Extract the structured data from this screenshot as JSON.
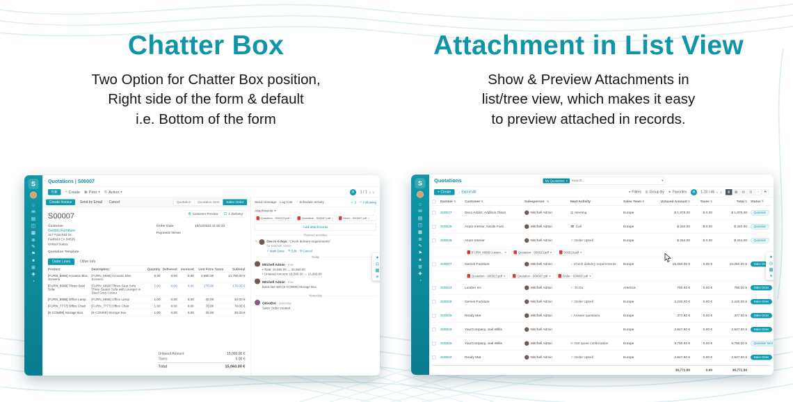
{
  "hero": {
    "left": {
      "title": "Chatter Box",
      "lines": [
        "Two Option for Chatter Box position,",
        "Right side of the form & default",
        "i.e. Bottom of the form"
      ]
    },
    "right": {
      "title": "Attachment in List View",
      "lines": [
        "Show & Preview Attachments in",
        "list/tree view, which makes it easy",
        "to preview attached in records."
      ]
    }
  },
  "colors": {
    "accent": "#1095a8",
    "sidebar": "#0e97a9",
    "badge_filled": "#0f9aad",
    "pdf_red": "#d23b3b"
  },
  "icons": {
    "plus": "+",
    "caret": "▾",
    "print": "▣",
    "gear": "⚙",
    "chevron_left": "‹",
    "chevron_right": "›",
    "sort": "⇅",
    "close": "×",
    "dots": "⋮",
    "download": "↓",
    "filters": "▾",
    "group_by": "≣",
    "favorites": "★",
    "list_view": "≣",
    "kanban_view": "▦",
    "calendar_view": "▤",
    "pivot_view": "⊞",
    "graph_view": "◔",
    "activity_view": "⚑",
    "star": "✦",
    "search": "◎",
    "grid": "▦",
    "menu": "≡",
    "clock": "◔",
    "check": "✓",
    "edit": "✎",
    "cancel": "⊘",
    "person": "☺",
    "following": "✓"
  },
  "sidebar": {
    "logo": "S",
    "icons": [
      "⌂",
      "✉",
      "▤",
      "◫",
      "▦",
      "≣",
      "✎",
      "⚑",
      "★",
      "⊞",
      "✚",
      "◔"
    ]
  },
  "form_app": {
    "breadcrumb": "Quotations | S00007",
    "toolbar": {
      "edit": "Edit",
      "create": "Create",
      "print": "Print",
      "action": "Action",
      "pager": "1 / 1"
    },
    "action_bar": {
      "create_invoice": "Create Invoice",
      "send_by_email": "Send by Email",
      "cancel": "Cancel"
    },
    "statusbar": [
      {
        "label": "Quotation",
        "state": ""
      },
      {
        "label": "Quotation Sent",
        "state": ""
      },
      {
        "label": "Sales Order",
        "state": "active"
      }
    ],
    "smart_buttons": [
      {
        "icon": "◍",
        "count": "",
        "label": "Customer Preview"
      },
      {
        "icon": "⊡",
        "count": "2",
        "label": "Delivery"
      }
    ],
    "record": {
      "name": "S00007",
      "customer_label": "Customer",
      "customer": "Gemini Furniture",
      "address": [
        "317 Fairchild Dr",
        "Fairfield CA 94535",
        "United States"
      ],
      "order_date_label": "Order Date",
      "order_date": "10/12/2022 11:50:23",
      "payment_terms_label": "Payment Terms",
      "quotation_template_label": "Quotation Template"
    },
    "tabs": [
      {
        "label": "Order Lines",
        "state": "active"
      },
      {
        "label": "Other Info",
        "state": ""
      }
    ],
    "order_lines": {
      "headers": [
        "Product",
        "Description",
        "Quantity",
        "Delivered",
        "Invoiced",
        "Unit Price",
        "Taxes",
        "Subtotal"
      ],
      "rows": [
        {
          "product": "[FURN_6666] Acoustic Bloc Screens",
          "description": "[FURN_6666] Acoustic Bloc Screens",
          "qty": "5.00",
          "delivered": "0.00",
          "invoiced": "0.00",
          "price": "2,950.00",
          "taxes": "",
          "subtotal": "14,750.00 €",
          "state": ""
        },
        {
          "product": "[FURN_8999] Three-Seat Sofa",
          "description": "[FURN_8999] Three-Seat Sofa Three Seater Sofa with Lounger in Steel Grey Colour",
          "qty": "1.00",
          "delivered": "0.00",
          "invoiced": "0.00",
          "price": "170.00",
          "taxes": "",
          "subtotal": "170.00 €",
          "state": "edited"
        },
        {
          "product": "[FURN_8888] Office Lamp",
          "description": "[FURN_8888] Office Lamp",
          "qty": "1.00",
          "delivered": "0.00",
          "invoiced": "0.00",
          "price": "40.00",
          "taxes": "",
          "subtotal": "40.00 €",
          "state": ""
        },
        {
          "product": "[FURN_7777] Office Chair",
          "description": "[FURN_7777] Office Chair",
          "qty": "1.00",
          "delivered": "0.00",
          "invoiced": "0.00",
          "price": "70.00",
          "taxes": "",
          "subtotal": "70.00 €",
          "state": ""
        },
        {
          "product": "[E-COM08] Storage Box",
          "description": "[E-COM08] Storage Box",
          "qty": "1.00",
          "delivered": "0.00",
          "invoiced": "0.00",
          "price": "30.00",
          "taxes": "",
          "subtotal": "30.00 €",
          "state": ""
        }
      ]
    },
    "totals": {
      "untaxed_label": "Untaxed Amount",
      "untaxed": "15,060.00 €",
      "taxes_label": "Taxes",
      "taxes": "0.00 €",
      "total_label": "Total",
      "total": "15,060.00 €"
    },
    "chatter": {
      "send_message": "Send message",
      "log_note": "Log note",
      "schedule_activity": "Schedule activity",
      "followers_count": "2",
      "following_label": "Following",
      "attachments_label": "Attachments",
      "attachments": [
        {
          "name": "Quotation - S00023.pdf"
        },
        {
          "name": "Quotation - S00007.pdf"
        },
        {
          "name": "Order - S00007.pdf"
        }
      ],
      "add_attachments_label": "Add attachments",
      "planned_label": "Planned activities",
      "activity": {
        "due": "Due in 4 days:",
        "summary": "“Check delivery requirements”",
        "assignee": "for Mitchell Admin",
        "mark_done": "Mark Done",
        "edit": "Edit",
        "cancel": "Cancel"
      },
      "today_label": "Today",
      "messages_today": [
        {
          "author": "Mitchell Admin",
          "time": "- now",
          "line1": "• Total: 16,560.00 → 15,060.00",
          "line2": "• Untaxed Amount: 16,560.00 → 15,060.00",
          "avatar": "av-m"
        },
        {
          "author": "Mitchell Admin",
          "time": "- now",
          "line1": "Extra line with [E-COM08] Storage Box",
          "line2": "",
          "avatar": "av-m"
        }
      ],
      "yesterday_label": "Yesterday",
      "messages_yesterday": [
        {
          "author": "OdooBot",
          "time": "- yesterday",
          "line1": "Sales Order created.",
          "line2": "",
          "avatar": "av-o"
        }
      ]
    }
  },
  "list_app": {
    "topbar": {
      "title": "Quotations",
      "facet": "My Quotations",
      "search_placeholder": "Search..."
    },
    "controls": {
      "create": "Create",
      "export_all": "Export All",
      "filters": "Filters",
      "group_by": "Group By",
      "favorites": "Favorites",
      "pager": "1-10 / 46"
    },
    "headers": {
      "number": "Number",
      "customer": "Customer",
      "salesperson": "Salesperson",
      "next_activity": "Next Activity",
      "sales_team": "Sales Team",
      "untaxed": "Untaxed Amount",
      "taxes": "Taxes",
      "total": "Total",
      "status": "Status"
    },
    "rows_top": [
      {
        "number": "S00027",
        "customer": "Deco Addict, Addison Olson",
        "salesperson": "Mitchell Admin",
        "icon": "▤",
        "activity": "Meeting",
        "team": "Europe",
        "untaxed": "$ 1,878.00",
        "taxes": "$ 0.00",
        "total": "$ 1,878.00",
        "status": "Quotation",
        "badge": "outline"
      },
      {
        "number": "S00026",
        "customer": "Azure Interior, Nicole Ford",
        "salesperson": "Mitchell Admin",
        "icon": "☎",
        "activity": "Call",
        "team": "Europe",
        "untaxed": "$ 322.00",
        "taxes": "$ 0.00",
        "total": "$ 322.00",
        "status": "Quotation",
        "badge": "outline"
      },
      {
        "number": "S00025",
        "customer": "Azure Interior",
        "salesperson": "Mitchell Admin",
        "icon": "↗",
        "activity": "Order Upsell",
        "team": "Europe",
        "untaxed": "$ 344.00",
        "taxes": "$ 0.00",
        "total": "$ 344.00",
        "status": "Quotation",
        "badge": "outline"
      }
    ],
    "attach_row_1": {
      "chips": [
        {
          "name": "[FURN_8999] Custom..."
        },
        {
          "name": "Quotation - S00023.pdf"
        },
        {
          "name": "S00019.pdf"
        }
      ]
    },
    "row_main": {
      "number": "S00007",
      "customer": "Gemini Furniture",
      "salesperson": "Mitchell Admin",
      "icon": "◔",
      "activity": "Check delivery requirements",
      "team": "Europe",
      "untaxed": "15,060.00 €",
      "taxes": "0.00 €",
      "total": "15,060.00 €",
      "status": "Sales Order",
      "badge": "filled"
    },
    "attach_row_2": {
      "chips": [
        {
          "name": "Quotation - S00023.pdf"
        },
        {
          "name": "Quotation - S00007.pdf"
        },
        {
          "name": "Order - S00007.pdf"
        }
      ]
    },
    "rows_bottom": [
      {
        "number": "S00024",
        "customer": "Lumber Inc",
        "salesperson": "Mitchell Admin",
        "icon": "✓",
        "activity": "To Do",
        "team": "America",
        "untaxed": "750.00 €",
        "taxes": "0.00 €",
        "total": "750.00 €",
        "status": "Sales Order",
        "badge": "filled"
      },
      {
        "number": "S00008",
        "customer": "Gemini Furniture",
        "salesperson": "Mitchell Admin",
        "icon": "↗",
        "activity": "Order Upsell",
        "team": "Europe",
        "untaxed": "2,240.00 €",
        "taxes": "0.00 €",
        "total": "2,240.00 €",
        "status": "Sales Order",
        "badge": "filled"
      },
      {
        "number": "S00005",
        "customer": "Ready Mat",
        "salesperson": "Mitchell Admin",
        "icon": "?",
        "activity": "Answer questions",
        "team": "Europe",
        "untaxed": "377.50 €",
        "taxes": "0.00 €",
        "total": "377.50 €",
        "status": "Sales Order",
        "badge": "filled"
      },
      {
        "number": "S00019",
        "customer": "YourCompany, Joel Willis",
        "salesperson": "Mitchell Admin",
        "icon": "",
        "activity": "",
        "team": "Europe",
        "untaxed": "2,947.50 €",
        "taxes": "0.00 €",
        "total": "2,947.50 €",
        "status": "Sales Order",
        "badge": "filled"
      },
      {
        "number": "S00018",
        "customer": "YourCompany, Joel Willis",
        "salesperson": "Mitchell Admin",
        "icon": "✉",
        "activity": "Get quote confirmation",
        "team": "Europe",
        "untaxed": "9,750.00 €",
        "taxes": "0.00 €",
        "total": "9,750.00 €",
        "status": "Quotation Sent",
        "badge": "outline"
      },
      {
        "number": "S00002",
        "customer": "Ready Mat",
        "salesperson": "Mitchell Admin",
        "icon": "↗",
        "activity": "Order Upsell",
        "team": "Europe",
        "untaxed": "2,947.50 €",
        "taxes": "0.00 €",
        "total": "2,947.50 €",
        "status": "Sales Order",
        "badge": "filled"
      }
    ],
    "footer": {
      "untaxed": "36,771.50",
      "taxes": "0.00",
      "total": "36,771.50"
    }
  }
}
